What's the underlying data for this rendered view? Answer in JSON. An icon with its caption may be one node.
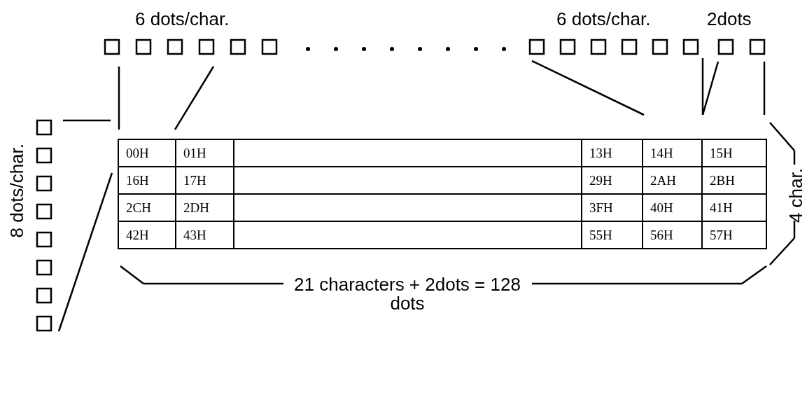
{
  "diagram": {
    "labels": [
      "6 dots/char.",
      "6 dots/char.",
      "2dots",
      "8 dots/char.",
      "00H",
      "01H",
      "13H",
      "14H",
      "15H",
      "16H",
      "17H",
      "29H",
      "2AH",
      "2BH",
      "2CH",
      "2DH",
      "3FH",
      "40H",
      "41H",
      "42H",
      "43H",
      "55H",
      "56H",
      "57H",
      "4 char.",
      "21 characters + 2dots = 128 dots"
    ]
  }
}
